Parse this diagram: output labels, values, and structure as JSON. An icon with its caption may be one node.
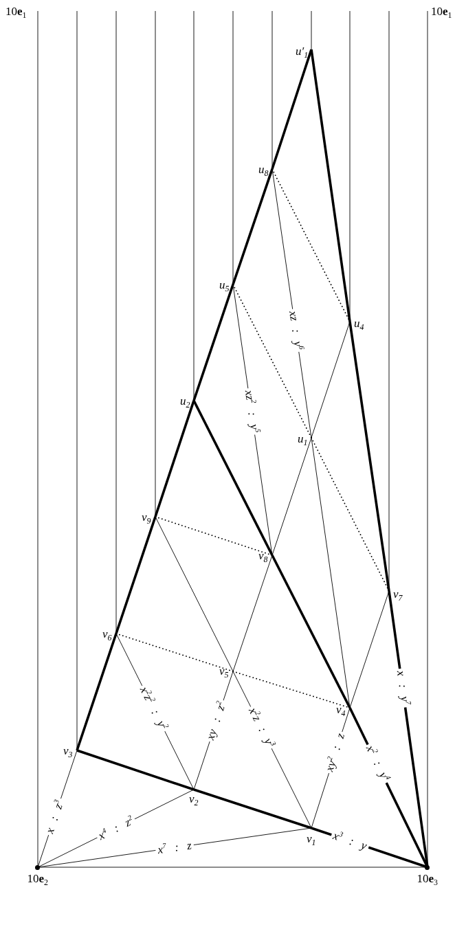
{
  "diagram": {
    "nodes": [
      {
        "text": [
          "10**e**$_{1}$"
        ]
      },
      {
        "text": [
          "10**e**$_{1}$"
        ]
      },
      {
        "text": [
          "u′$_{1}$"
        ]
      },
      {
        "text": [
          "u$_{8}$"
        ]
      },
      {
        "text": [
          "u$_{5}$"
        ]
      },
      {
        "text": [
          "u$_{4}$"
        ]
      },
      {
        "text": [
          "u$_{2}$"
        ]
      },
      {
        "text": [
          "u$_{1}$"
        ]
      },
      {
        "text": [
          "v$_{9}$"
        ]
      },
      {
        "text": [
          "v$_{8}$"
        ]
      },
      {
        "text": [
          "v$_{7}$"
        ]
      },
      {
        "text": [
          "v$_{6}$"
        ]
      },
      {
        "text": [
          "v$_{5}$"
        ]
      },
      {
        "text": [
          "v$_{4}$"
        ]
      },
      {
        "text": [
          "v$_{3}$"
        ]
      },
      {
        "text": [
          "v$_{2}$"
        ]
      },
      {
        "text": [
          "v$_{1}$"
        ]
      },
      {
        "text": [
          "10**e**$_{2}$"
        ]
      },
      {
        "text": [
          "10**e**$_{3}$"
        ]
      }
    ],
    "edges": [
      {
        "from": 0,
        "to": 17,
        "arrow": "none"
      },
      {
        "from": 1,
        "to": 18,
        "arrow": "none"
      },
      {
        "from": null,
        "to": 14,
        "arrow": "none"
      },
      {
        "from": null,
        "to": 11,
        "arrow": "none"
      },
      {
        "from": null,
        "to": 8,
        "arrow": "none"
      },
      {
        "from": null,
        "to": 6,
        "arrow": "none"
      },
      {
        "from": null,
        "to": 4,
        "arrow": "none"
      },
      {
        "from": null,
        "to": 3,
        "arrow": "none"
      },
      {
        "from": null,
        "to": 2,
        "arrow": "none"
      },
      {
        "from": null,
        "to": 5,
        "arrow": "none"
      },
      {
        "from": null,
        "to": 10,
        "arrow": "none"
      },
      {
        "from": 2,
        "to": 3,
        "arrow": "none",
        "style": "thick"
      },
      {
        "from": 3,
        "to": 4,
        "arrow": "none",
        "style": "thick"
      },
      {
        "from": 4,
        "to": 6,
        "arrow": "none",
        "style": "thick"
      },
      {
        "from": 6,
        "to": 8,
        "arrow": "none",
        "style": "thick"
      },
      {
        "from": 8,
        "to": 11,
        "arrow": "none",
        "style": "thick"
      },
      {
        "from": 11,
        "to": 14,
        "arrow": "none",
        "style": "thick"
      },
      {
        "from": 2,
        "to": 5,
        "arrow": "none",
        "style": "thick"
      },
      {
        "from": 5,
        "to": 10,
        "arrow": "none",
        "style": "thick"
      },
      {
        "from": 10,
        "to": 18,
        "arrow": "none",
        "style": "thick",
        "label": "x : y$^{7}$"
      },
      {
        "from": 6,
        "to": 9,
        "arrow": "none",
        "style": "thick"
      },
      {
        "from": 9,
        "to": 13,
        "arrow": "none",
        "style": "thick"
      },
      {
        "from": 13,
        "to": 18,
        "arrow": "none",
        "style": "thick",
        "label": "x$^{2}$ : y$^{4}$"
      },
      {
        "from": 14,
        "to": 15,
        "arrow": "none",
        "style": "thick"
      },
      {
        "from": 15,
        "to": 16,
        "arrow": "none",
        "style": "thick"
      },
      {
        "from": 16,
        "to": 18,
        "arrow": "none",
        "style": "thick",
        "label": "x$^{3}$ : y"
      },
      {
        "from": 17,
        "to": 14,
        "arrow": "none",
        "label": "x : z$^{3}$"
      },
      {
        "from": 17,
        "to": 15,
        "arrow": "none",
        "label": "x$^{4}$ : z$^{2}$"
      },
      {
        "from": 17,
        "to": 16,
        "arrow": "none",
        "label": "x$^{7}$ : z"
      },
      {
        "from": 17,
        "to": 18,
        "arrow": "none"
      },
      {
        "from": 11,
        "to": 15,
        "arrow": "none",
        "label": "x$^{2}$z$^{2}$ : y$^{2}$"
      },
      {
        "from": 15,
        "to": 12,
        "arrow": "none",
        "label": "xy : z$^{2}$"
      },
      {
        "from": 12,
        "to": 9,
        "arrow": "none"
      },
      {
        "from": 9,
        "to": 7,
        "arrow": "none"
      },
      {
        "from": 7,
        "to": 5,
        "arrow": "none"
      },
      {
        "from": 16,
        "to": 13,
        "arrow": "none",
        "label": "xy$^{2}$ : z"
      },
      {
        "from": 13,
        "to": 10,
        "arrow": "none"
      },
      {
        "from": 8,
        "to": 12,
        "arrow": "none"
      },
      {
        "from": 12,
        "to": 16,
        "arrow": "none",
        "label": "x$^{2}$z : y$^{3}$"
      },
      {
        "from": 4,
        "to": 9,
        "arrow": "none",
        "label": "xz$^{2}$ : y$^{5}$"
      },
      {
        "from": 3,
        "to": 7,
        "arrow": "none",
        "label": "xz : y$^{6}$"
      },
      {
        "from": 7,
        "to": 13,
        "arrow": "none"
      },
      {
        "from": 3,
        "to": 5,
        "arrow": "none",
        "style": "dashed"
      },
      {
        "from": 4,
        "to": 7,
        "arrow": "none",
        "style": "dashed"
      },
      {
        "from": 7,
        "to": 10,
        "arrow": "none",
        "style": "dashed"
      },
      {
        "from": 8,
        "to": 9,
        "arrow": "none",
        "style": "dashed"
      },
      {
        "from": 11,
        "to": 12,
        "arrow": "none",
        "style": "dashed"
      },
      {
        "from": 12,
        "to": 13,
        "arrow": "none",
        "style": "dashed"
      }
    ]
  }
}
